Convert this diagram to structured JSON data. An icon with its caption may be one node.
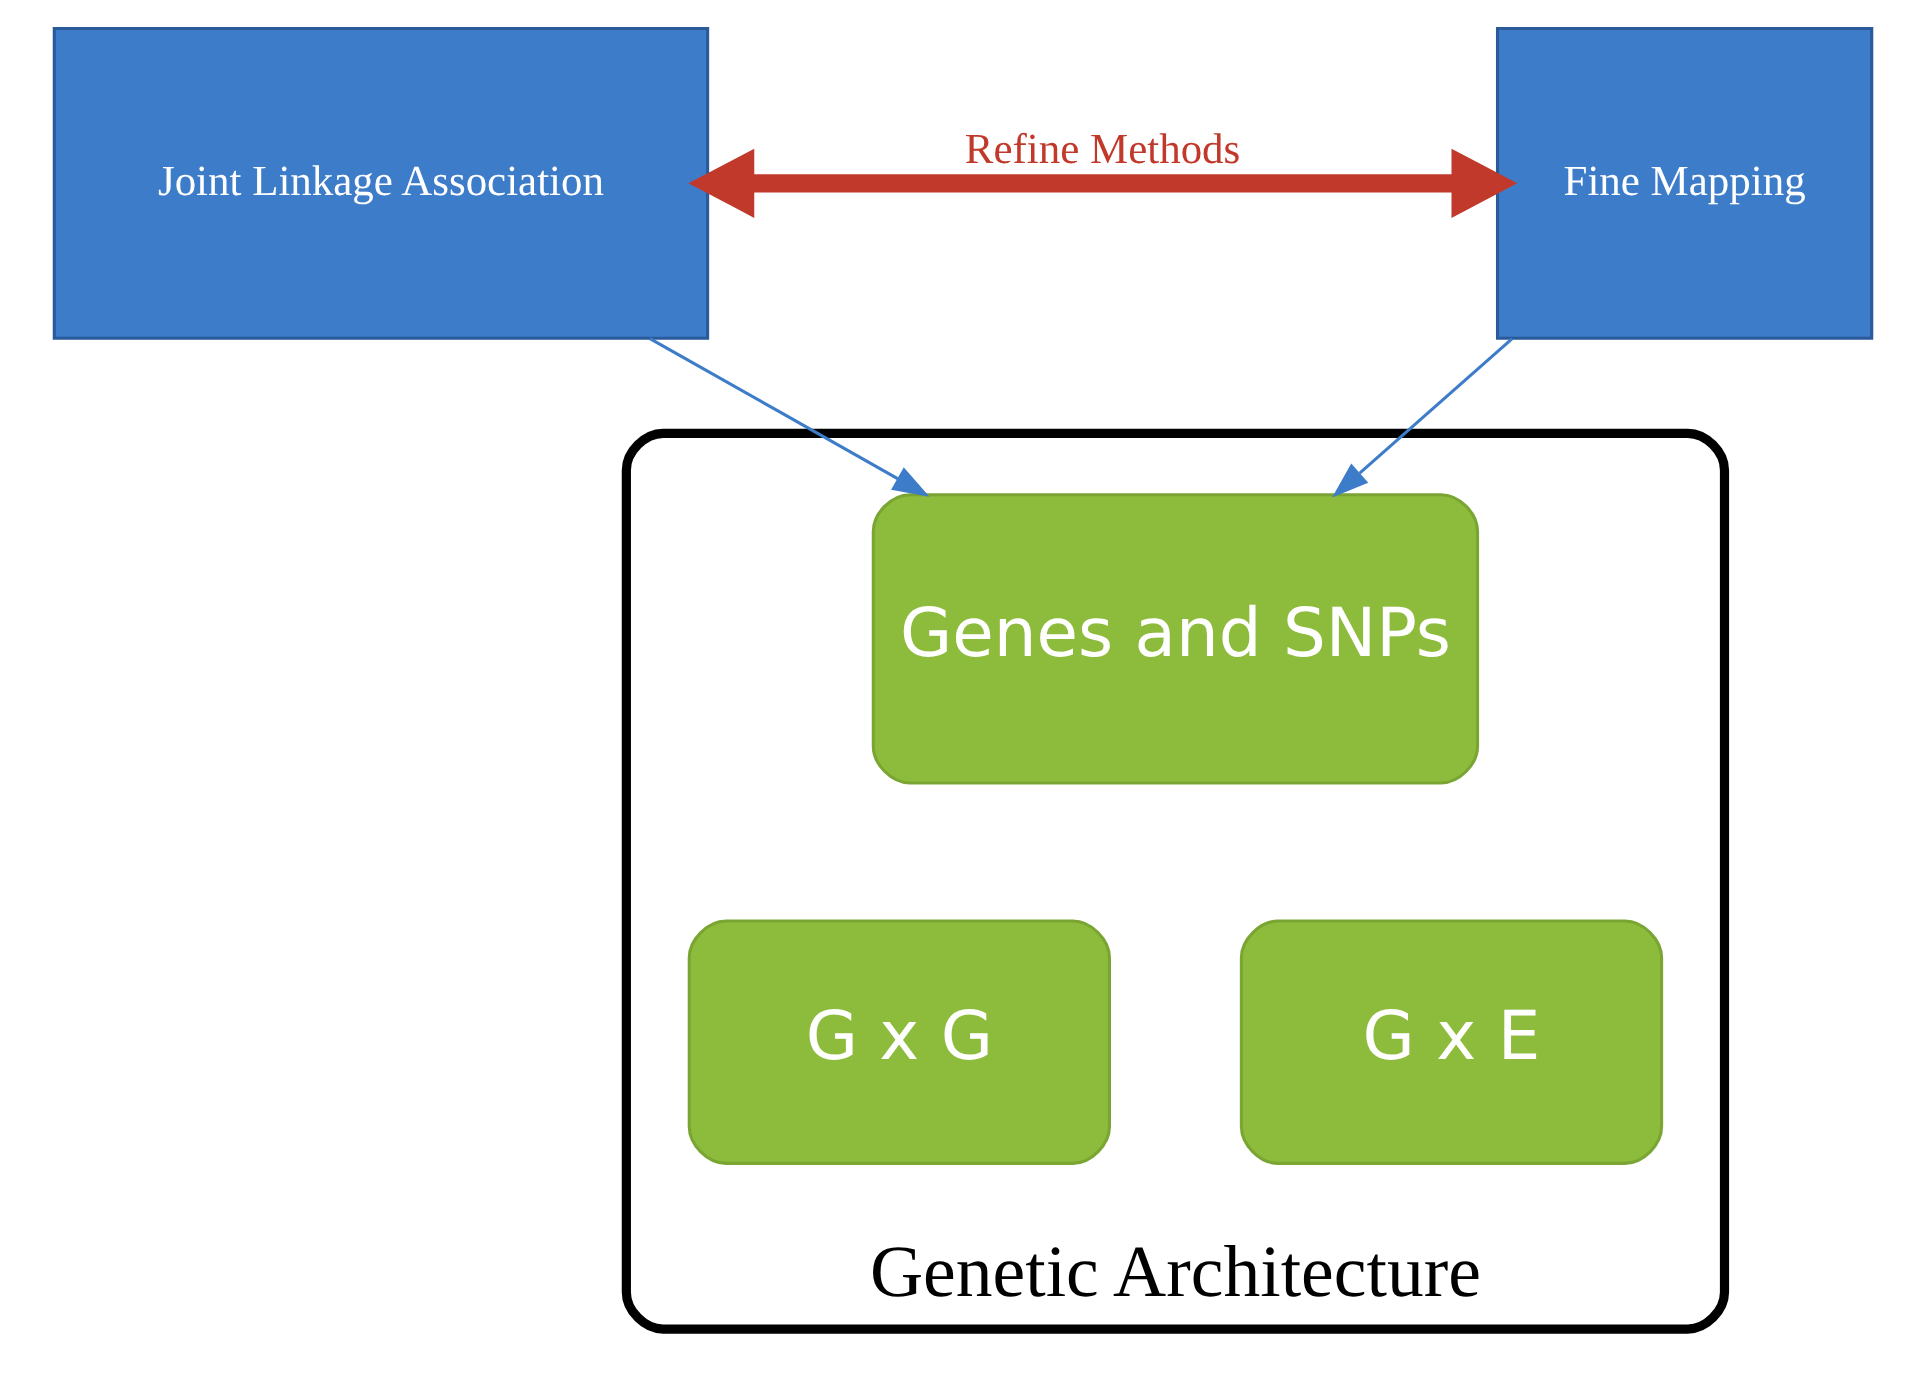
{
  "diagram": {
    "nodes": [
      {
        "text": [
          "Joint Linkage Association"
        ]
      },
      {
        "text": [
          "Fine Mapping"
        ]
      },
      {
        "text": [
          "Genetic Architecture"
        ]
      },
      {
        "text": [
          "Genes and SNPs"
        ],
        "in": 2
      },
      {
        "text": [
          "G x G"
        ],
        "in": 2
      },
      {
        "text": [
          "G x E"
        ],
        "in": 2
      }
    ],
    "edges": [
      {
        "from": 0,
        "to": 1,
        "arrow": "both",
        "label": "Refine Methods",
        "style": "thick",
        "color": "#c0392b"
      },
      {
        "from": 0,
        "to": 3,
        "arrow": "to"
      },
      {
        "from": 1,
        "to": 3,
        "arrow": "to"
      }
    ]
  }
}
